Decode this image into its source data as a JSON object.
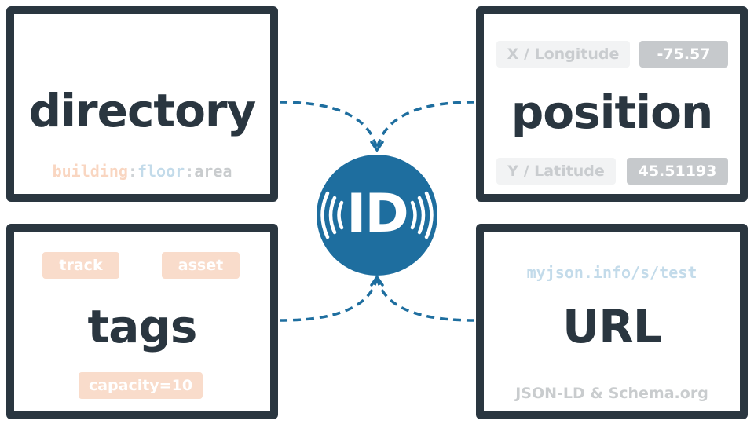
{
  "colors": {
    "frame": "#2a3640",
    "badge": "#1e6e9f",
    "connector": "#1e6e9f",
    "orange": "#f9dccb",
    "light_blue": "#c3dbea"
  },
  "center": {
    "label": "ID",
    "icon": "signal-waves-icon"
  },
  "directory": {
    "title": "directory",
    "path": [
      "building",
      ":",
      "floor",
      ":",
      "area"
    ]
  },
  "position": {
    "title": "position",
    "x_label": "X / Longitude",
    "x_value": "-75.57",
    "y_label": "Y / Latitude",
    "y_value": "45.51193"
  },
  "tags": {
    "title": "tags",
    "items": [
      "track",
      "asset",
      "capacity=10"
    ]
  },
  "url": {
    "title": "URL",
    "link": "myjson.info/s/test",
    "note": "JSON-LD & Schema.org"
  }
}
